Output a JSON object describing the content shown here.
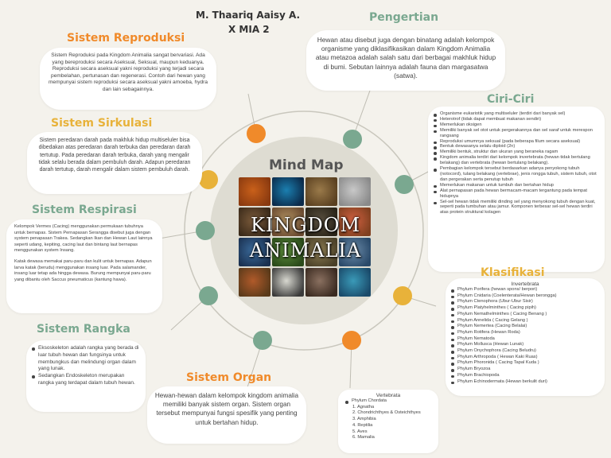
{
  "author": {
    "name": "M. Thaariq Aaisy A.",
    "class": "X MIA 2"
  },
  "center": {
    "title": "Mind Map",
    "banner_line1": "KINGDOM",
    "banner_line2": "ANIMALIA"
  },
  "colors": {
    "orange": "#f08a2a",
    "gold": "#e8b23a",
    "green": "#7aa890",
    "background": "#f4f2ec"
  },
  "pengertian": {
    "title": "Pengertian",
    "text": "Hewan atau disebut juga dengan binatang adalah kelompok organisme yang diklasifikasikan dalam Kingdom Animalia atau metazoa adalah salah satu dari berbagai makhluk hidup di bumi. Sebutan lainnya adalah fauna dan margasatwa (satwa)."
  },
  "ciri": {
    "title": "Ciri-Ciri",
    "items": [
      "Organisme eukariotik yang multiseluler (terdiri dari banyak sel)",
      "Heterotrof (tidak dapat membuat makanan sendiri)",
      "Memerlukan oksigen",
      "Memiliki banyak sel otot untuk pergerakannya dan sel saraf untuk merespon rangsang",
      "Reproduksi umumnya seksual (pada beberapa filum secara aseksual)",
      "Bentuk dewasanya selalu diploid (2n)",
      "Memiliki bentuk, struktur dan ukuran yang beraneka ragam",
      "Kingdom animalia terdiri dari kelompok invertebrata (hewan tidak bertulang belakang) dan vertebrata (hewan bertulang belakang).",
      "Pembagian kelompok tersebut berdasarkan adanya penyokong tubuh (notocord), tulang belakang (vertebrae), jenis rongga tubuh, sistem tubuh, otot dan pergerakan serta penutup tubuh",
      "Memerlukan makanan untuk tumbuh dan bertahan hidup",
      "Alat pernapasan pada hewan bermacam-macam tergantung pada tempat hidupnya",
      "Sel-sel hewan tidak memiliki dinding sel yang menyokong tubuh dengan kuat, seperti pada tumbuhan atau jamur. Komponen terbesar sel-sel hewan terdiri atas protein struktural kolagen"
    ]
  },
  "klasifikasi": {
    "title": "Klasifikasi",
    "invertebrata_title": "Invertebrata",
    "invertebrata": [
      "Phylum Porifera (hewan spons/ berpori)",
      "Phylum Cnidaria (Coelenterata/Hewan berongga)",
      "Phylum Ctenophora (Ubur-Ubur Sisir)",
      "Phylum Platyhelminthes ( Cacing pipih)",
      "Phylum Nemathelminthes ( Cacing Benang )",
      "Phylum Annelida ( Cacing Gelang )",
      "Phylum Nemertea (Cacing Belalai)",
      "Phylum Rotifera (Hewan Roda)",
      "Phylum Nematoda",
      "Phylum Mollusca (Hewan Lunak)",
      "Phylum Onychophora (Cacing Beludru)",
      "Phylum Arthropoda ( Hewan Kaki Ruas)",
      "Phylum Phoronida ( Cacing Tapal Kuda )",
      "Phylum Bryozoa",
      "Phylum Brachiopoda",
      "Phylum Echinodermata (Hewan berkulit duri)"
    ],
    "vertebrata_title": "Vertebrata",
    "vertebrata_phylum": "Phylum Chordata",
    "vertebrata": [
      "1. Agnatha",
      "2. Chondrichthyes & Osteichthyes",
      "3. Amphibia",
      "4. Reptilia",
      "5. Aves",
      "6. Mamalia"
    ]
  },
  "reproduksi": {
    "title": "Sistem Reproduksi",
    "text": "Sistem Reproduksi pada Kingdom Animalia sangat bervariasi. Ada yang bereproduksi secara Aseksual, Seksual, maupun keduanya. Reproduksi secara aseksual yakni reproduksi yang terjadi secara pembelahan, pertunasan dan regenerasi. Contoh dari hewan yang mempunyai sistem reproduksi secara aseksual yakni amoeba, hydra dan lain sebagainnya."
  },
  "sirkulasi": {
    "title": "Sistem Sirkulasi",
    "text": "Sistem peredaran darah pada makhluk hidup multiseluler bisa dibedakan atas peredaran darah terbuka dan peredaran darah tertutup. Pada peredaran darah terbuka, darah yang mengalir tidak selalu berada dalam pembuluh darah. Adapun peredaran darah tertutup, darah mengalir dalam sistem pembuluh darah."
  },
  "respirasi": {
    "title": "Sistem Respirasi",
    "para1": "Kelompok Vermes (Cacing) menggunakan permukaan tubuhnya untuk bernapas. Sistem Pernapasan Serangga disebut juga dengan system penapasan Trakea. Sedangkan Ikan dan Hewan Laut lainnya seperti udang, kepiting, cacing laut dan bintang laut bernapas menggunakan system Insang.",
    "para2": "Katak dewasa memakai paru-paru dan kulit untuk bernapas. Adapun larva katak (berudu) menggunakan insang luar. Pada salamander, insang luar tetap ada hingga dewasa. Burung mempunyai paru-paru yang dibantu oleh Saccus pneumaticus (kantung hawa)."
  },
  "rangka": {
    "title": "Sistem Rangka",
    "items": [
      "Eksoskeleton adalah rangka yang berada di luar tubuh hewan dan fungsinya untuk membungkus dan melindungi organ dalam yang lunak.",
      "Sedangkan Endoskeleton merupakan rangka yang terdapat dalam tubuh hewan."
    ]
  },
  "organ": {
    "title": "Sistem Organ",
    "text": "Hewan-hewan dalam kelompok kingdom animalia memiliki banyak sistem organ. Sistem organ tersebut mempunyai fungsi spesifik yang penting untuk bertahan hidup."
  },
  "photos": [
    {
      "name": "sponge",
      "colors": [
        "#c9601a",
        "#8a3a10"
      ]
    },
    {
      "name": "jellyfish",
      "colors": [
        "#1b7fb0",
        "#0b2a4a"
      ]
    },
    {
      "name": "flatworm",
      "colors": [
        "#9a7a4a",
        "#5a4020"
      ]
    },
    {
      "name": "nematode",
      "colors": [
        "#c8c8c8",
        "#8a8a8a"
      ]
    },
    {
      "name": "earthworm",
      "colors": [
        "#7a5a3a",
        "#3a2a1a"
      ]
    },
    {
      "name": "snail",
      "colors": [
        "#b09060",
        "#6a4a30"
      ]
    },
    {
      "name": "spider",
      "colors": [
        "#5a5040",
        "#2a2418"
      ]
    },
    {
      "name": "starfish",
      "colors": [
        "#d06040",
        "#804020"
      ]
    },
    {
      "name": "fish",
      "colors": [
        "#3a6a9a",
        "#1a3050"
      ]
    },
    {
      "name": "frog",
      "colors": [
        "#5a8a3a",
        "#2a4a1a"
      ]
    },
    {
      "name": "lizard",
      "colors": [
        "#8a7a50",
        "#4a4028"
      ]
    },
    {
      "name": "bird",
      "colors": [
        "#6a8aa8",
        "#2a4a6a"
      ]
    },
    {
      "name": "rooster",
      "colors": [
        "#b05a2a",
        "#5a3a1a"
      ]
    },
    {
      "name": "zebra",
      "colors": [
        "#d8d8d0",
        "#3a3a3a"
      ]
    },
    {
      "name": "bat",
      "colors": [
        "#8a7060",
        "#3a2a20"
      ]
    },
    {
      "name": "dolphin",
      "colors": [
        "#3a9ab8",
        "#1a4a6a"
      ]
    }
  ]
}
